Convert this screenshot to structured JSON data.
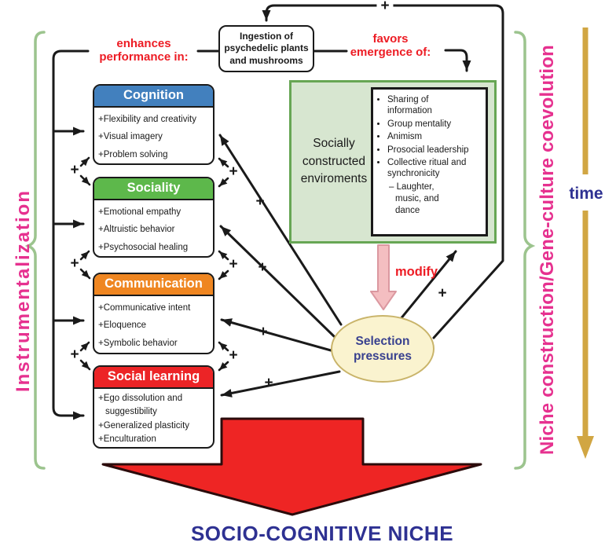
{
  "top_box": {
    "lines": [
      "Ingestion of",
      "psychedelic plants",
      "and mushrooms"
    ]
  },
  "labels": {
    "enhances_line1": "enhances",
    "enhances_line2": "performance in:",
    "favors_line1": "favors",
    "favors_line2": "emergence of:",
    "modify": "modify",
    "plus": "+",
    "time": "time",
    "instrumentalization": "Instrumentalization",
    "niche_construction": "Niche construction/Gene-culture coevolution",
    "socio_cognitive_niche": "SOCIO-COGNITIVE NICHE"
  },
  "category_boxes": [
    {
      "title": "Cognition",
      "header_color": "#4280be",
      "items": [
        "+Flexibility and creativity",
        "+Visual imagery",
        "+Problem solving"
      ]
    },
    {
      "title": "Sociality",
      "header_color": "#5db84b",
      "items": [
        "+Emotional empathy",
        "+Altruistic behavior",
        "+Psychosocial healing"
      ]
    },
    {
      "title": "Communication",
      "header_color": "#ef8621",
      "items": [
        "+Communicative intent",
        "+Eloquence",
        "+Symbolic behavior"
      ]
    },
    {
      "title": "Social learning",
      "header_color": "#ec2426",
      "items": [
        "+Ego dissolution and suggestibility",
        "+Generalized plasticity",
        "+Enculturation"
      ]
    }
  ],
  "env_box": {
    "label": "Socially constructed enviroments",
    "bullets": [
      "Sharing of information",
      "Group mentality",
      "Animism",
      "Prosocial leadership",
      "Collective ritual and synchronicity"
    ],
    "sub_bullet": "– Laughter, music, and dance"
  },
  "ellipse": {
    "line1": "Selection",
    "line2": "pressures"
  },
  "colors": {
    "category_cognition": "#4280be",
    "category_sociality": "#5db84b",
    "category_communication": "#ef8621",
    "category_social_learning": "#ec2426",
    "env_box_fill": "#d7e6d0",
    "env_box_border": "#67a654",
    "ellipse_fill": "#faf3cf",
    "ellipse_border": "#c9b46a",
    "accent_red_text": "#ed1c24",
    "magenta_text": "#e6318f",
    "dark_blue_text": "#2e3192",
    "gold_arrow": "#d1a643",
    "pink_arrow_fill": "#f4bec1",
    "big_arrow_red": "#ee2524",
    "brace_green": "#9cc48e"
  }
}
